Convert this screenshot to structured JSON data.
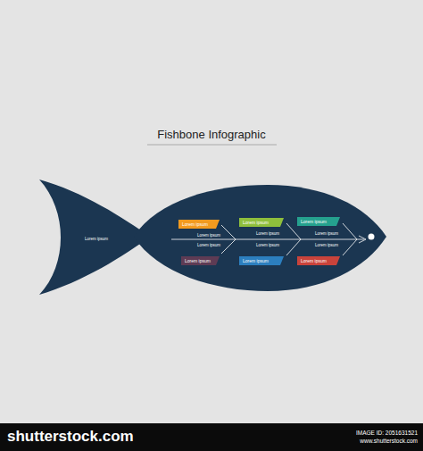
{
  "diagram": {
    "title": "Fishbone Infographic",
    "nodes": [
      {
        "text": [
          "Lorem ipsum"
        ]
      },
      {
        "text": [
          "Lorem ipsum"
        ]
      },
      {
        "text": [
          "Lorem ipsum"
        ]
      },
      {
        "text": [
          "Lorem ipsum"
        ]
      },
      {
        "text": [
          "Lorem ipsum"
        ]
      },
      {
        "text": [
          "Lorem ipsum"
        ]
      }
    ],
    "labels": [
      "Lorem ipsum",
      "Lorem ipsum",
      "Lorem ipsum",
      "Lorem ipsum",
      "Lorem ipsum",
      "Lorem ipsum",
      "Lorem ipsum",
      "shutterstock.com",
      "IMAGE ID: 2051631521",
      "www.shutterstock.com"
    ]
  }
}
